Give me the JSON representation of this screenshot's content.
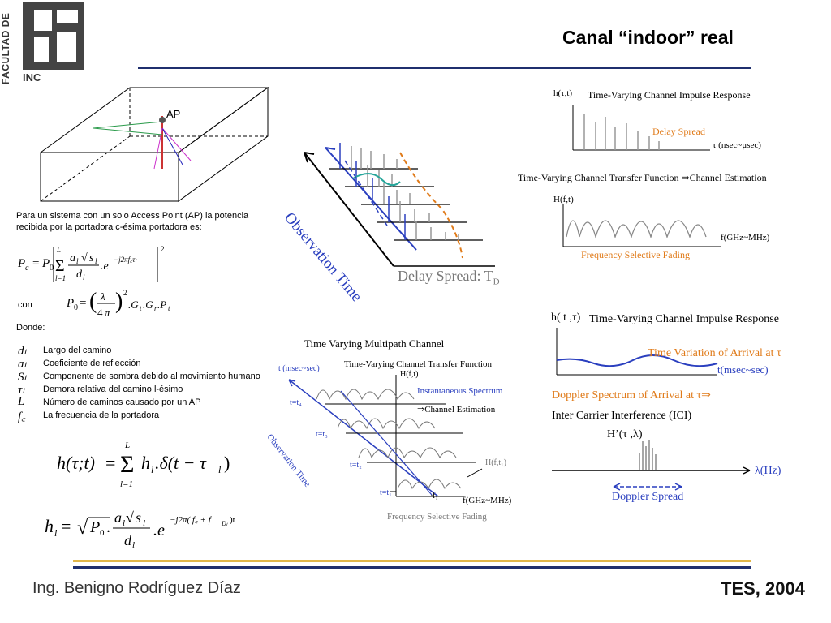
{
  "header": {
    "title": "Canal “indoor” real",
    "logo_text_vertical": "FACULTAD DE",
    "logo_text_horizontal": "INC"
  },
  "room_diagram": {
    "ap_label": "AP"
  },
  "left_text": {
    "intro_line1": "Para un sistema con un solo Access Point (AP) la potencia",
    "intro_line2": "recibida por la portadora c-ésima portadora es:",
    "con_label": "con",
    "donde_label": "Donde:"
  },
  "parameters": [
    {
      "symbol": "dₗ",
      "description": "Largo del camino"
    },
    {
      "symbol": "aₗ",
      "description": "Coeficiente de reflección"
    },
    {
      "symbol": "Sₗ",
      "description": "Componente de sombra debido al movimiento humano"
    },
    {
      "symbol": "τₗ",
      "description": "Demora relativa del camino l-ésimo"
    },
    {
      "symbol": "L",
      "description": "Número de caminos causado por un AP"
    },
    {
      "symbol": "f꜀",
      "description": "La frecuencia de la portadora"
    }
  ],
  "center_top_diagram": {
    "observation_time": "Observation Time",
    "delay_spread": "Delay Spread:  T",
    "delay_spread_sub": "D"
  },
  "top_right": {
    "impulse_axis": "h(τ,t)",
    "impulse_title": "Time-Varying Channel Impulse Response",
    "delay_spread": "Delay Spread",
    "tau_axis": "τ (nsec~μsec)",
    "transfer_title": "Time-Varying Channel Transfer Function ⇒Channel Estimation",
    "hft_axis": "H(f,t)",
    "f_axis": "f(GHz~MHz)",
    "fading": "Frequency Selective Fading"
  },
  "multipath": {
    "title": "Time Varying Multipath Channel",
    "t_axis": "t (msec~sec)",
    "transfer_title": "Time-Varying Channel Transfer Function",
    "hft": "H(f,t)",
    "instant_spectrum": "Instantaneous Spectrum",
    "channel_est": "⇒Channel Estimation",
    "t4": "t=t₄",
    "t3": "t=t₃",
    "t2": "t=t₂",
    "t1": "t=t₁",
    "observation_time": "Observation Time",
    "hft1": "H(f,t₁)",
    "f1": "f₁",
    "f_axis": "f(GHz~MHz)",
    "fading": "Frequency Selective Fading"
  },
  "bottom_right": {
    "h_axis": "h( t ,τ)",
    "title": "Time-Varying Channel Impulse Response",
    "time_variation": "Time Variation of Arrival at τ",
    "t_axis": "t(msec~sec)",
    "doppler_spectrum": "Doppler Spectrum of Arrival at τ⇒",
    "ici": "Inter Carrier Interference (ICI)",
    "h_prime": "H’(τ ,λ)",
    "lambda_axis": "λ(Hz)",
    "doppler_spread": "Doppler Spread"
  },
  "footer": {
    "author": "Ing. Benigno Rodríguez Díaz",
    "event": "TES, 2004"
  },
  "colors": {
    "navy": "#1f2f6e",
    "gold": "#e0b64a",
    "orange": "#e07b1a",
    "blue": "#2a3fbf",
    "teal": "#25a59a"
  }
}
